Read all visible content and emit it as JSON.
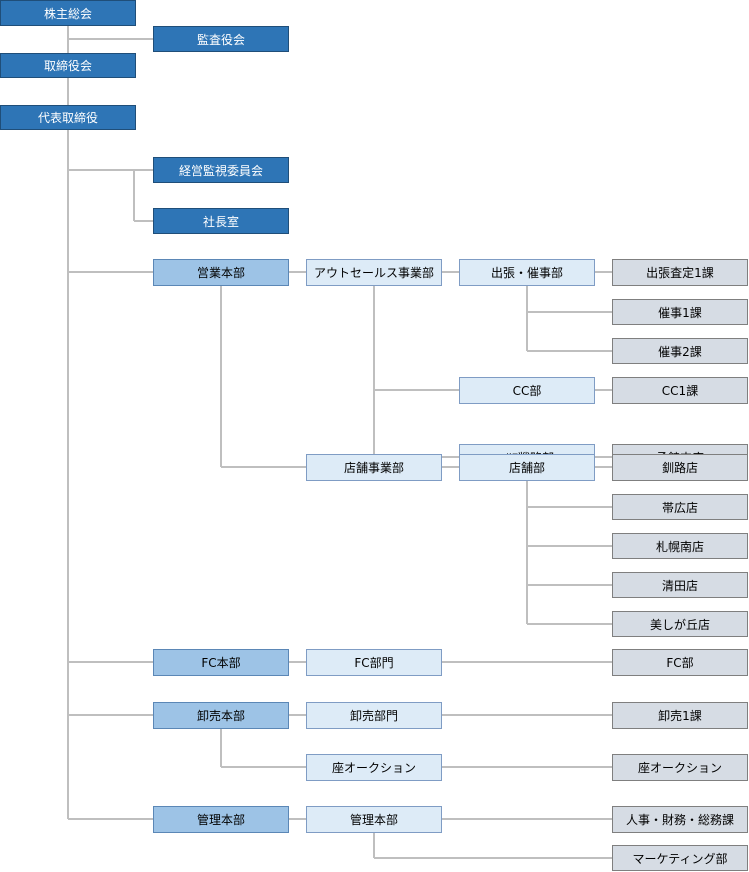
{
  "org": {
    "shareholders": "株主総会",
    "auditor": "監査役会",
    "board": "取締役会",
    "ceo": "代表取締役",
    "oversight": "経営監視委員会",
    "president_office": "社長室",
    "sales_hq": "営業本部",
    "outsales": "アウトセールス事業部",
    "trip_event": "出張・催事部",
    "trip_assess_1": "出張査定1課",
    "event_1": "催事1課",
    "event_2": "催事2課",
    "cc_dept": "CC部",
    "cc_1": "CC1課",
    "area_strategy": "ｴﾘｱ戦略部",
    "hakodate": "函館支店",
    "store_division": "店舗事業部",
    "store_dept": "店舗部",
    "kushiro": "釧路店",
    "obihiro": "帯広店",
    "sapporo_minami": "札幌南店",
    "kiyota": "清田店",
    "utsukushigaoka": "美しが丘店",
    "fc_hq": "FC本部",
    "fc_division": "FC部門",
    "fc_dept": "FC部",
    "wholesale_hq": "卸売本部",
    "wholesale_division": "卸売部門",
    "wholesale_1": "卸売1課",
    "auction": "座オークション",
    "auction_sub": "座オークション",
    "admin_hq": "管理本部",
    "admin_division": "管理本部",
    "hr_finance": "人事・財務・総務課",
    "marketing": "マーケティング部"
  },
  "colors": {
    "executive": "#2e75b6",
    "headquarters": "#9dc3e6",
    "division": "#ddebf7",
    "section": "#d6dce4",
    "connector": "#bfbfbf"
  }
}
